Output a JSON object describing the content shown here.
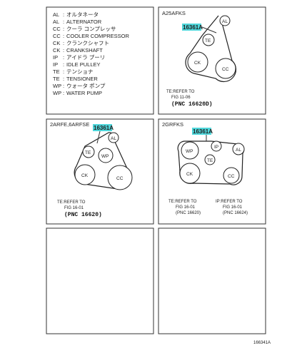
{
  "legend": {
    "rows": [
      {
        "abbr": "AL",
        "desc": "オルタネータ"
      },
      {
        "abbr": "AL",
        "desc": "ALTERNATOR"
      },
      {
        "abbr": "CC",
        "desc": "クーラ コンプレッサ"
      },
      {
        "abbr": "CC",
        "desc": "COOLER COMPRESSOR"
      },
      {
        "abbr": "CK",
        "desc": "クランクシャフト"
      },
      {
        "abbr": "CK",
        "desc": "CRANKSHAFT"
      },
      {
        "abbr": "IP",
        "desc": "アイドラ プーリ"
      },
      {
        "abbr": "IP",
        "desc": "IDLE PULLEY"
      },
      {
        "abbr": "TE",
        "desc": "テンショナ"
      },
      {
        "abbr": "TE",
        "desc": "TENSIONER"
      },
      {
        "abbr": "WP",
        "desc": "ウォータ ポンプ"
      },
      {
        "abbr": "WP",
        "desc": "WATER PUMP"
      }
    ],
    "separator": ":"
  },
  "panels": {
    "a25": {
      "header": "A25AFKS",
      "callout": "16361A",
      "pulleys": {
        "al": "AL",
        "te": "TE",
        "ck": "CK",
        "cc": "CC"
      },
      "ref": {
        "line1": "TE:REFER TO",
        "line2": "FIG 11-06",
        "pnc": "(PNC 16620D)"
      }
    },
    "arfe": {
      "header": "2ARFE,6ARFSE",
      "callout": "16361A",
      "pulleys": {
        "al": "AL",
        "te": "TE",
        "wp": "WP",
        "ck": "CK",
        "cc": "CC"
      },
      "ref": {
        "line1": "TE:REFER TO",
        "line2": "FIG 16-01",
        "pnc": "(PNC 16620)"
      }
    },
    "grfks": {
      "header": "2GRFKS",
      "callout": "16361A",
      "pulleys": {
        "wp": "WP",
        "ip": "IP",
        "al": "AL",
        "te": "TE",
        "ck": "CK",
        "cc": "CC"
      },
      "ref_te": {
        "line1": "TE:REFER TO",
        "line2": "FIG 16-01",
        "pnc": "(PNC 16620)"
      },
      "ref_ip": {
        "line1": "IP:REFER TO",
        "line2": "FIG 16-01",
        "pnc": "(PNC 16624)"
      }
    }
  },
  "figure_number": "166341A",
  "colors": {
    "callout": "#4fd7db",
    "line": "#222222"
  }
}
